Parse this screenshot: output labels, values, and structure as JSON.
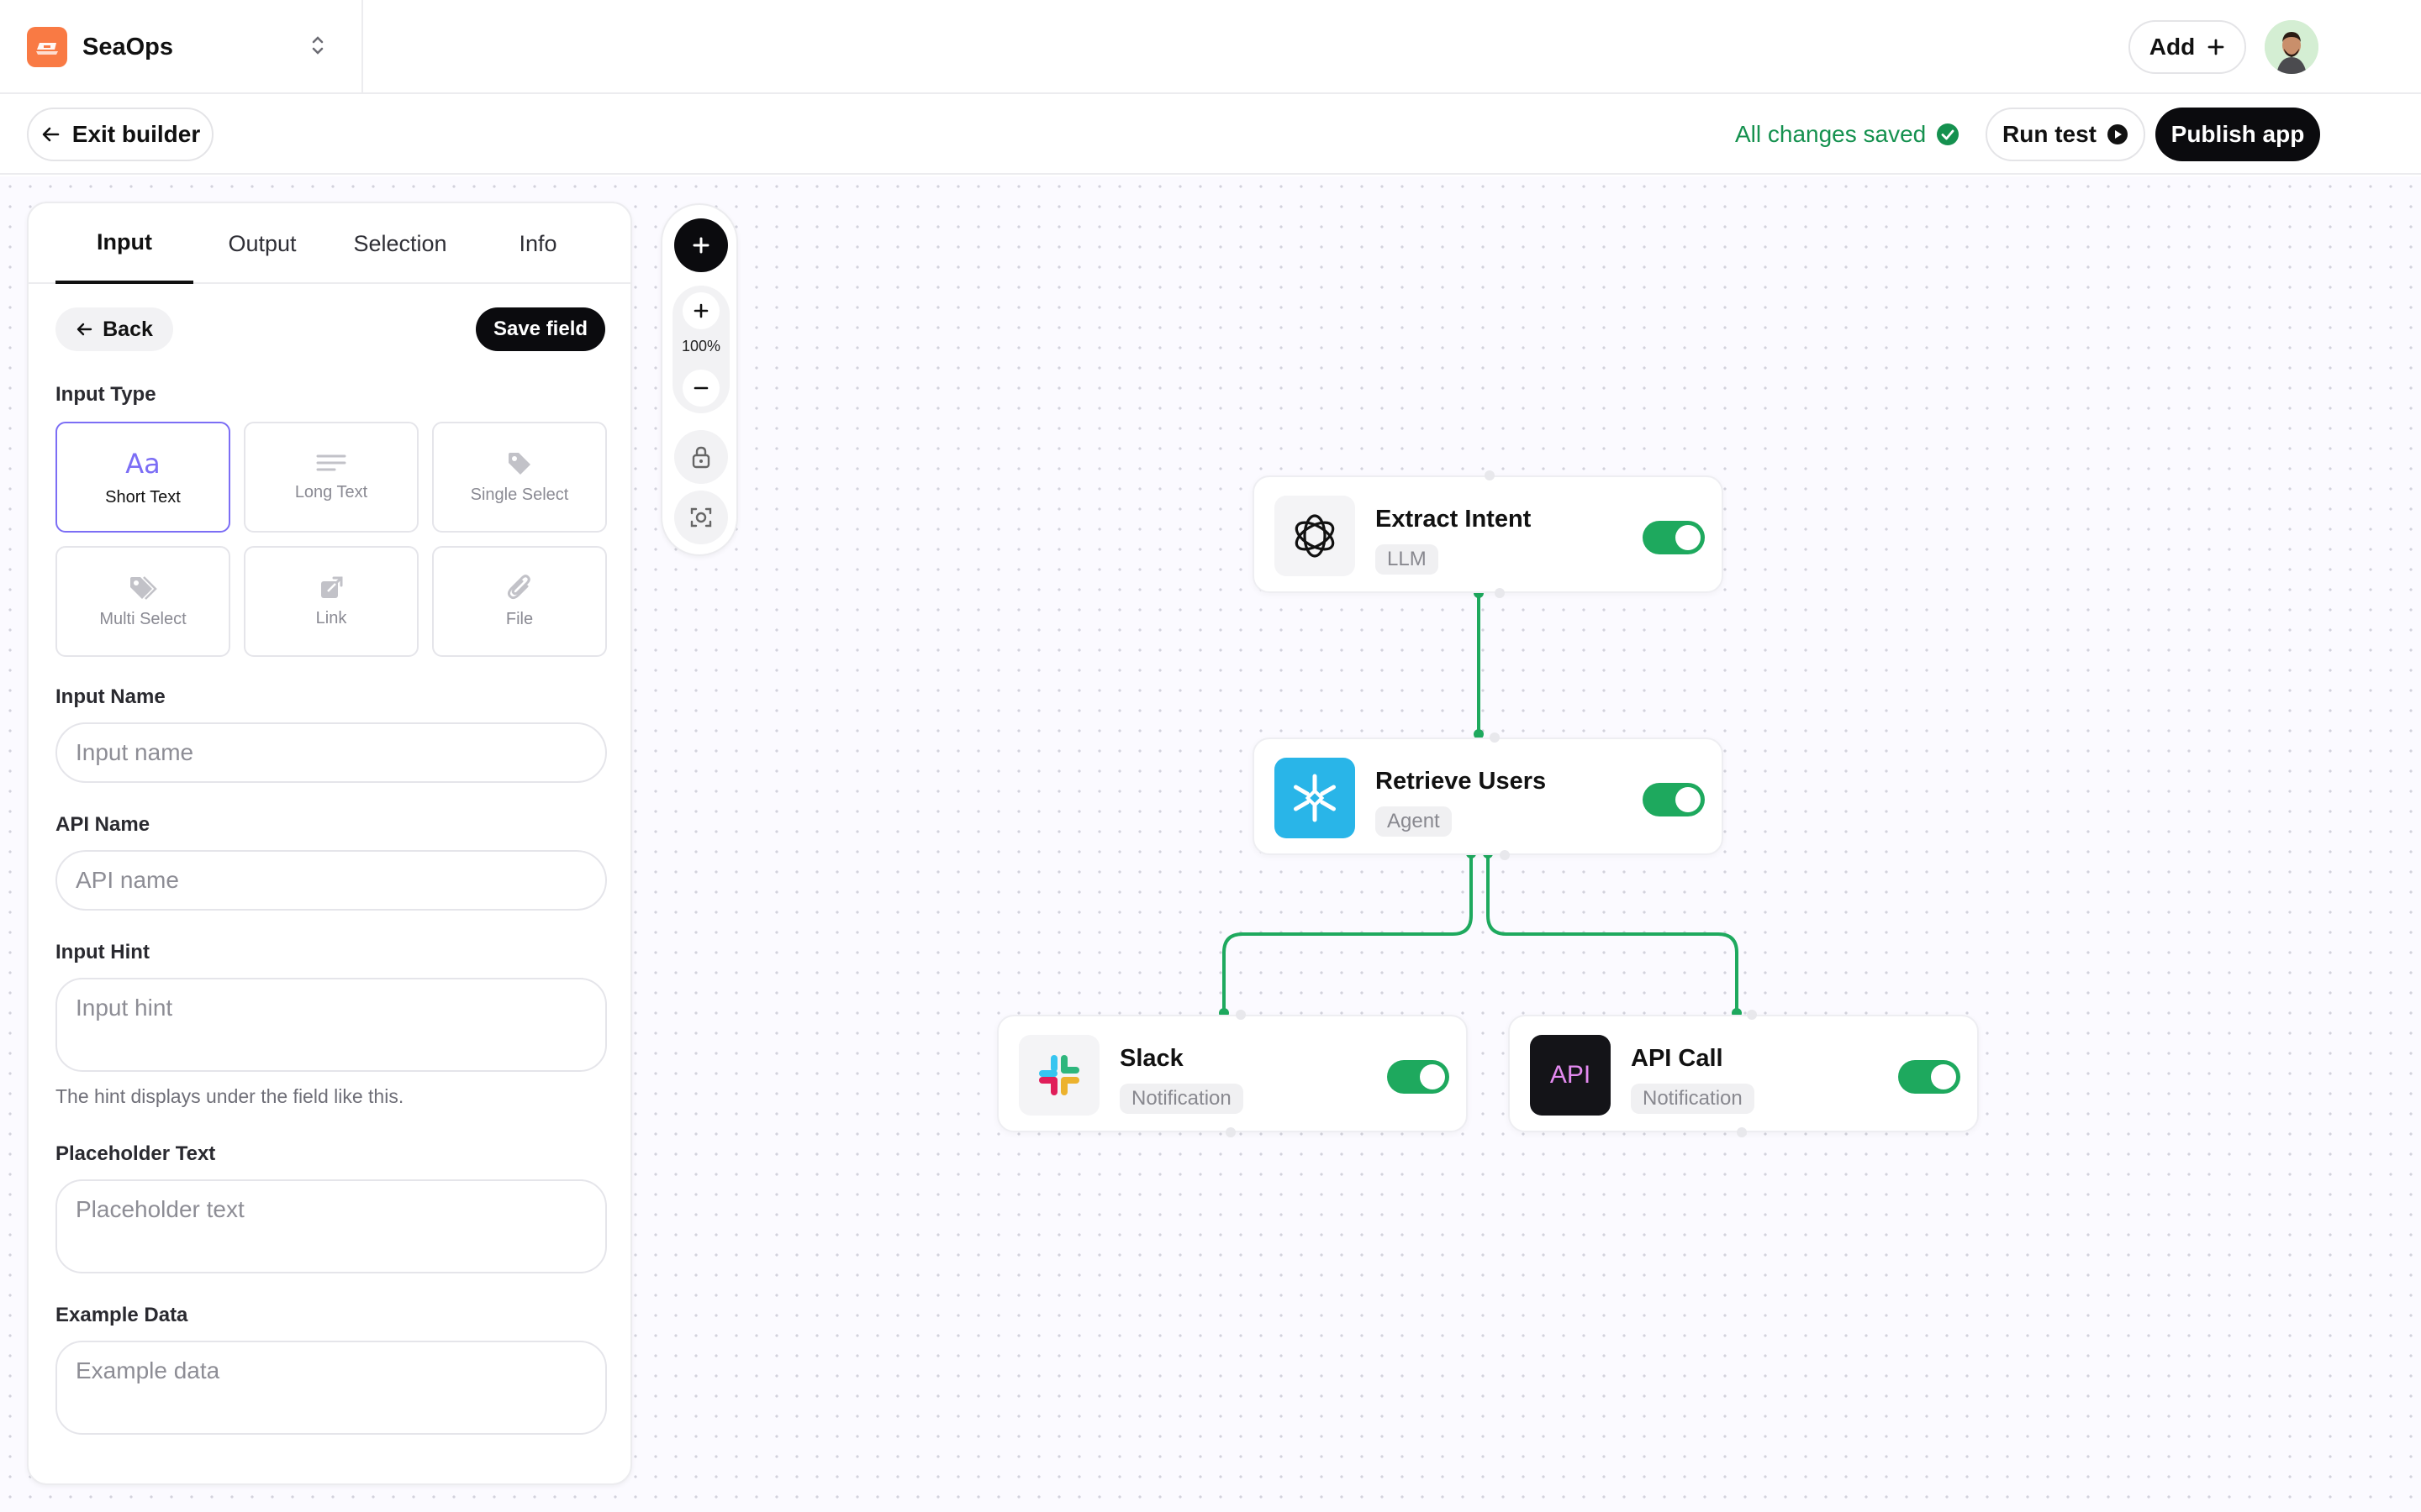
{
  "topbar": {
    "workspace_name": "SeaOps",
    "add_label": "Add"
  },
  "subbar": {
    "exit_label": "Exit builder",
    "saved_status": "All changes saved",
    "run_test_label": "Run test",
    "publish_label": "Publish app"
  },
  "panel": {
    "tabs": [
      {
        "label": "Input",
        "active": true
      },
      {
        "label": "Output",
        "active": false
      },
      {
        "label": "Selection",
        "active": false
      },
      {
        "label": "Info",
        "active": false
      }
    ],
    "back_label": "Back",
    "save_field_label": "Save field",
    "input_type_label": "Input Type",
    "input_types": [
      {
        "label": "Short Text",
        "icon": "text-aa-icon",
        "selected": true
      },
      {
        "label": "Long Text",
        "icon": "text-lines-icon",
        "selected": false
      },
      {
        "label": "Single Select",
        "icon": "tag-icon",
        "selected": false
      },
      {
        "label": "Multi Select",
        "icon": "tags-icon",
        "selected": false
      },
      {
        "label": "Link",
        "icon": "external-link-icon",
        "selected": false
      },
      {
        "label": "File",
        "icon": "paperclip-icon",
        "selected": false
      }
    ],
    "input_name": {
      "label": "Input Name",
      "placeholder": "Input name"
    },
    "api_name": {
      "label": "API Name",
      "placeholder": "API name"
    },
    "input_hint": {
      "label": "Input Hint",
      "placeholder": "Input hint",
      "help": "The hint displays under the field like this."
    },
    "placeholder_text": {
      "label": "Placeholder Text",
      "placeholder": "Placeholder text"
    },
    "example_data": {
      "label": "Example Data",
      "placeholder": "Example data"
    }
  },
  "zoom": {
    "level": "100%"
  },
  "flow": {
    "nodes": [
      {
        "title": "Extract Intent",
        "type": "LLM",
        "icon": "openai-icon",
        "enabled": true
      },
      {
        "title": "Retrieve Users",
        "type": "Agent",
        "icon": "snowflake-icon",
        "enabled": true
      },
      {
        "title": "Slack",
        "type": "Notification",
        "icon": "slack-icon",
        "enabled": true
      },
      {
        "title": "API Call",
        "type": "Notification",
        "icon": "api-icon",
        "icon_text": "API",
        "enabled": true
      }
    ],
    "edges": [
      {
        "from": "Extract Intent",
        "to": "Retrieve Users"
      },
      {
        "from": "Retrieve Users",
        "to": "Slack"
      },
      {
        "from": "Retrieve Users",
        "to": "API Call"
      }
    ]
  },
  "colors": {
    "accent_green": "#1ea95e",
    "saved_green": "#15914f",
    "primary_dark": "#0b0b0e",
    "selected_border": "#7c6ef5",
    "workspace_logo": "#f97a44",
    "snowflake_blue": "#29b5e8"
  }
}
